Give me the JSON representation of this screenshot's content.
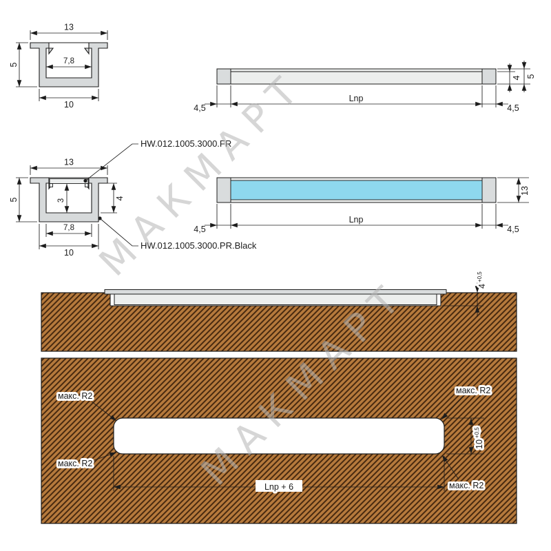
{
  "watermark": "МАКМАРТ",
  "colors": {
    "line": "#1c1c1c",
    "profile_fill": "#d7dadb",
    "profile_light": "#eceeed",
    "cap_fill": "#d9dcdd",
    "diffuser_fill": "#8ed8ee",
    "diffuser_cs": "#eceeee",
    "wood_fill": "#b5793c",
    "hatch_line": "#47290f",
    "watermark": "#b5b5b5"
  },
  "part_labels": {
    "diffuser": "HW.012.1005.3000.FR",
    "profile": "HW.012.1005.3000.PR.Black"
  },
  "cross_section_plain": {
    "width_top": "13",
    "width_inner": "7,8",
    "width_bottom": "10",
    "height": "5"
  },
  "side_plain": {
    "end_left": "4,5",
    "length": "Lnp",
    "end_right": "4,5",
    "inner_height": "4",
    "total_height": "5"
  },
  "cross_section_diffuser": {
    "width_top": "13",
    "height": "5",
    "depth_below_diffuser": "3",
    "inner_depth": "4",
    "width_inner": "7,8",
    "width_bottom": "10"
  },
  "side_diffuser": {
    "end_left": "4,5",
    "length": "Lnp",
    "end_right": "4,5",
    "total_height": "13"
  },
  "installation": {
    "recess_depth": "4",
    "recess_tol": "+0,5"
  },
  "cutout": {
    "corner_tl": "макс. R2",
    "corner_tr": "макс. R2",
    "corner_bl": "макс. R2",
    "corner_br": "макс. R2",
    "length": "Lnp + 6",
    "width": "10",
    "width_tol": "+0,5"
  }
}
